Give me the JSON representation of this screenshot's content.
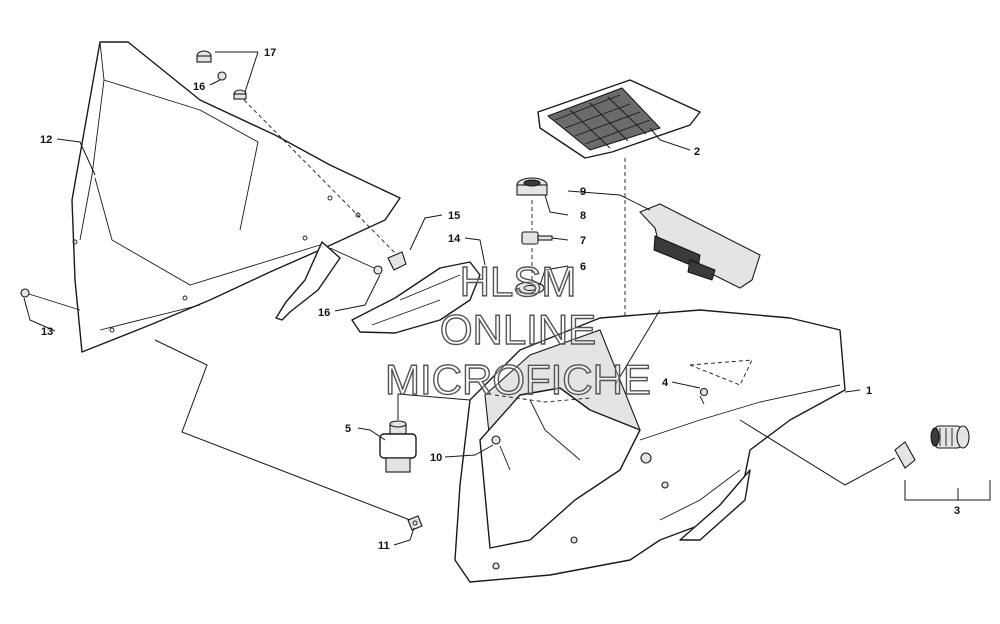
{
  "callouts": [
    {
      "id": "1",
      "text": "1"
    },
    {
      "id": "2",
      "text": "2"
    },
    {
      "id": "3",
      "text": "3"
    },
    {
      "id": "4",
      "text": "4"
    },
    {
      "id": "5",
      "text": "5"
    },
    {
      "id": "6",
      "text": "6"
    },
    {
      "id": "7",
      "text": "7"
    },
    {
      "id": "8",
      "text": "8"
    },
    {
      "id": "9",
      "text": "9"
    },
    {
      "id": "10",
      "text": "10"
    },
    {
      "id": "11",
      "text": "11"
    },
    {
      "id": "12",
      "text": "12"
    },
    {
      "id": "13",
      "text": "13"
    },
    {
      "id": "14",
      "text": "14"
    },
    {
      "id": "15",
      "text": "15"
    },
    {
      "id": "16a",
      "text": "16"
    },
    {
      "id": "16b",
      "text": "16"
    },
    {
      "id": "17",
      "text": "17"
    }
  ],
  "watermark": {
    "line1": "HLSM",
    "line2": "ONLINE",
    "line3": "MICROFICHE"
  }
}
